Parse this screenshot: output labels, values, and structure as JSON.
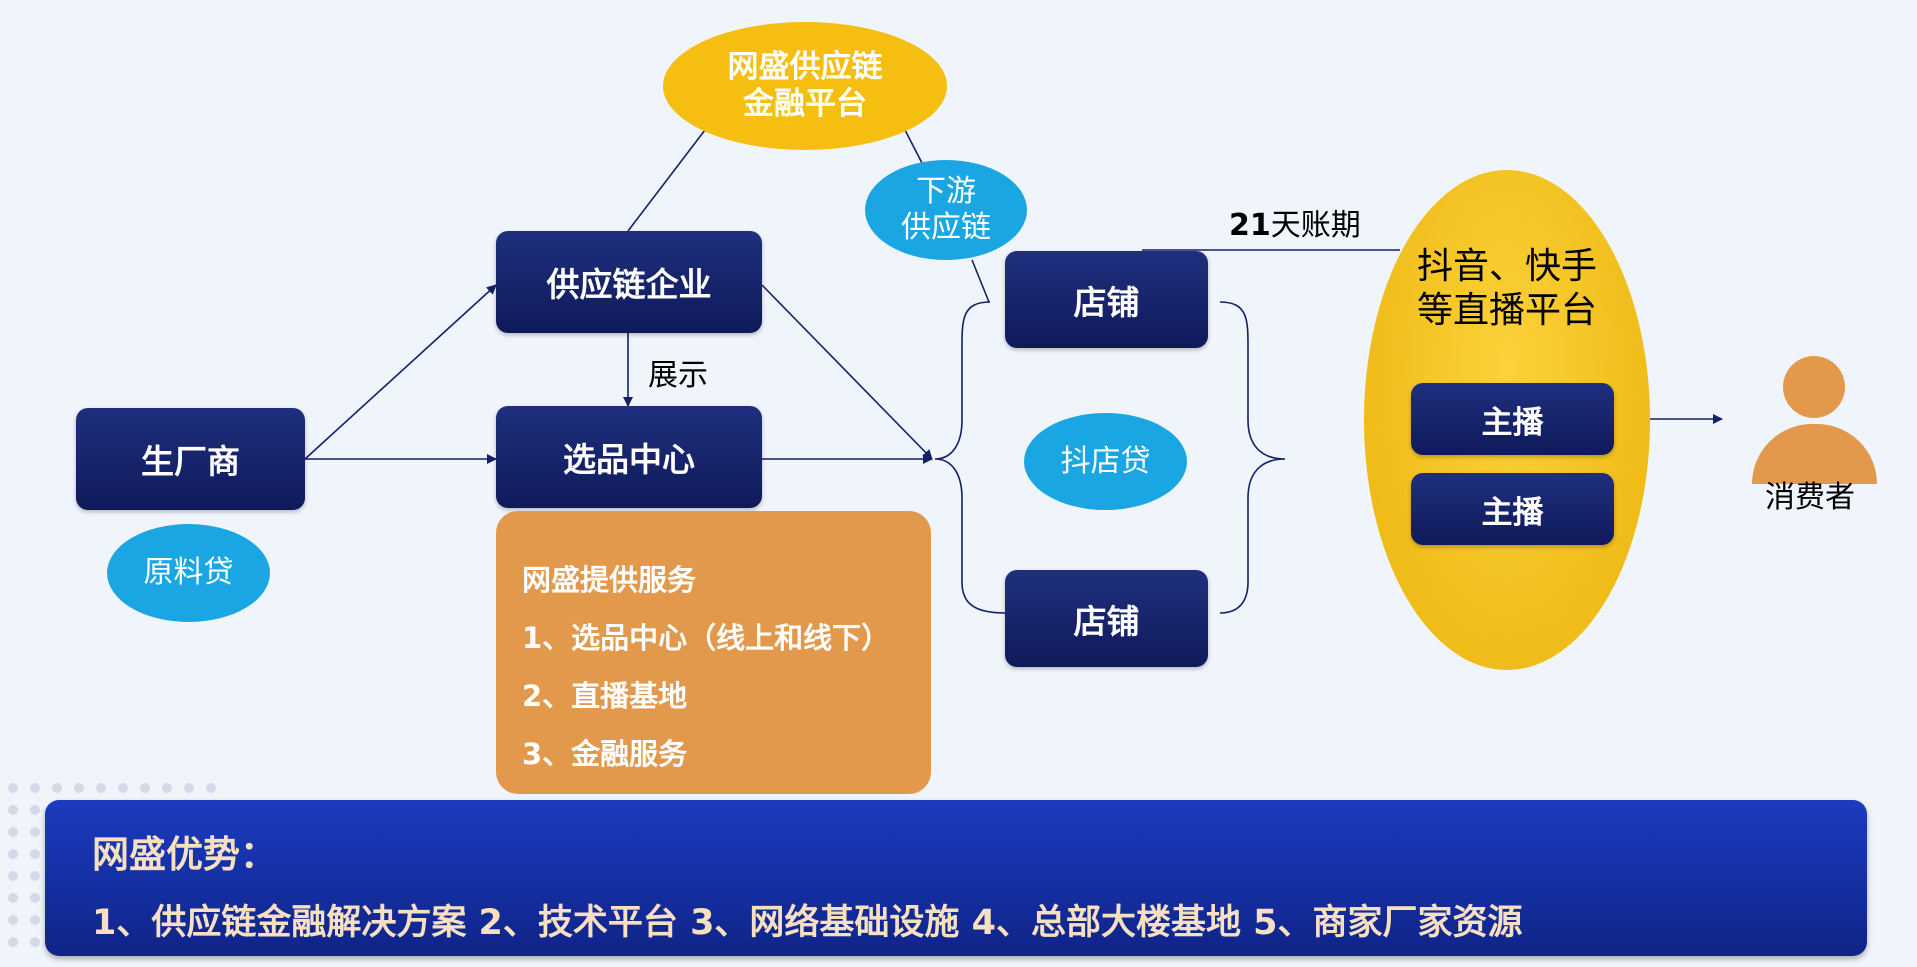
{
  "nodes": {
    "platform": "网盛供应链\n金融平台",
    "downstream": "下游\n供应链",
    "supply_chain_enterprise": "供应链企业",
    "selection_center": "选品中心",
    "manufacturer": "生厂商",
    "material_loan": "原料贷",
    "shop_top": "店铺",
    "shop_bottom": "店铺",
    "doudian_loan": "抖店贷",
    "live_platform": "抖音、快手\n等直播平台",
    "anchor_1": "主播",
    "anchor_2": "主播",
    "consumer": "消费者"
  },
  "labels": {
    "display": "展示",
    "term_number": "21",
    "term_text": "天账期"
  },
  "services": {
    "title": "网盛提供服务",
    "items": [
      "1、选品中心（线上和线下）",
      "2、直播基地",
      "3、金融服务"
    ]
  },
  "advantages": {
    "title": "网盛优势：",
    "text": "1、供应链金融解决方案 2、技术平台 3、网络基础设施 4、总部大楼基地 5、商家厂家资源"
  },
  "colors": {
    "navy": "#13206a",
    "yellow": "#f5be10",
    "blue_ellipse": "#19a6e3",
    "orange": "#e3994b",
    "banner": "#1530a8"
  }
}
